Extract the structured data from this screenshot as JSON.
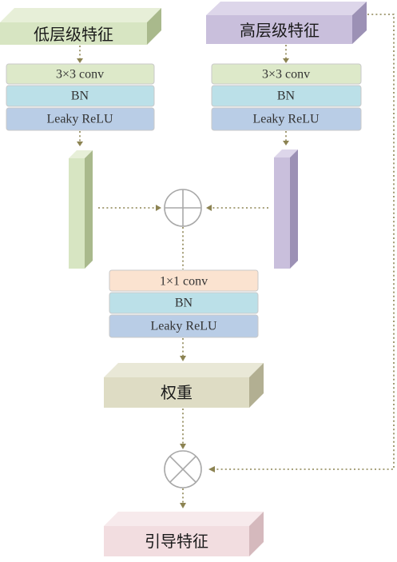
{
  "nodes": {
    "low_feature": {
      "label": "低层级特征"
    },
    "high_feature": {
      "label": "高层级特征"
    },
    "weight": {
      "label": "权重"
    },
    "guided_feature": {
      "label": "引导特征"
    }
  },
  "left_stack": [
    "3×3 conv",
    "BN",
    "Leaky ReLU"
  ],
  "right_stack": [
    "3×3 conv",
    "BN",
    "Leaky ReLU"
  ],
  "center_stack": [
    "1×1 conv",
    "BN",
    "Leaky ReLU"
  ],
  "colors": {
    "low_front": "#d7e5c2",
    "low_top": "#e7efd8",
    "low_side": "#a9b98c",
    "high_front": "#c9bfdc",
    "high_top": "#ddd6ea",
    "high_side": "#9c91b5",
    "weight_front": "#dedcc4",
    "weight_top": "#e9e8d7",
    "weight_side": "#b2af92",
    "guided_front": "#f2dde0",
    "guided_top": "#f7eaec",
    "guided_side": "#d5b9bd",
    "conv3": "#dde9c9",
    "conv1": "#fbe3d0",
    "bn": "#bbe0e8",
    "relu": "#b9cde6",
    "arrow": "#8c8352"
  }
}
